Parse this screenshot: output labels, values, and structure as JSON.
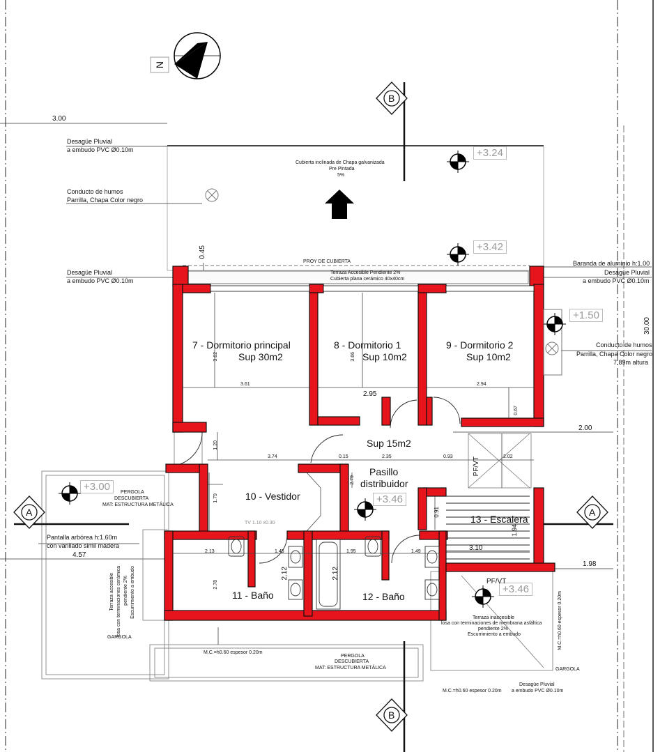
{
  "north": {
    "label": "N"
  },
  "section_marks": {
    "a": "A",
    "b": "B"
  },
  "levels": [
    "+3.24",
    "+3.42",
    "+1.50",
    "+3.00",
    "+3.46",
    "+3.46"
  ],
  "dimensions": {
    "setback_top": "3.00",
    "setback_left": "4.57",
    "right_upper": "2.00",
    "right_lower": "1.98",
    "total_depth": "30.00",
    "roof_overhang": "0.45",
    "d_361": "3.61",
    "d_362": "3.62",
    "d_366": "3.66",
    "d_295": "2.95",
    "d_294": "2.94",
    "d_067": "0.67",
    "d_120": "1.20",
    "d_374": "3.74",
    "d_015": "0.15",
    "d_235": "2.35",
    "d_093": "0.93",
    "d_202": "2.02",
    "d_279": "2.79",
    "d_179": "1.79",
    "d_091": "0.91",
    "d_194": "1.94",
    "d_310": "3.10",
    "d_213": "2.13",
    "d_145": "1.45",
    "d_212": "2.12",
    "d_195": "1.95",
    "d_278": "2.78",
    "d_212b": "2.12",
    "d_149": "1.49"
  },
  "rooms": {
    "r7_name": "7 - Dormitorio principal",
    "r7_area": "Sup 30m2",
    "r8_name": "8 - Dormitorio 1",
    "r8_area": "Sup 10m2",
    "r9_name": "9 - Dormitorio 2",
    "r9_area": "Sup 10m2",
    "hall_area": "Sup 15m2",
    "hall_name1": "Pasillo",
    "hall_name2": "distribuidor",
    "r10_name": "10 - Vestidor",
    "r11_name": "11 - Baño",
    "r12_name": "12 - Baño",
    "r13_name": "13 - Escalera"
  },
  "notes": {
    "desague1_a": "Desagüe Pluvial",
    "desague1_b": "a embudo PVC Ø0.10m",
    "humos1_a": "Conducto de humos",
    "humos1_b": "Parrilla, Chapa Color negro",
    "cubierta_a": "Cubierta inclinada de Chapa galvanizada",
    "cubierta_b": "Pre Pintada",
    "cubierta_c": "5%",
    "desague2_a": "Desagüe Pluvial",
    "desague2_b": "a embudo PVC Ø0.10m",
    "proy": "PROY DE CUBIERTA",
    "terraza_a": "Terraza Accesible  Pendiente 2%",
    "terraza_b": "Cubierta plana cerámico 40x40cm",
    "baranda": "Baranda de aluminio h:1.00",
    "desague3_a": "Desagüe Pluvial",
    "desague3_b": "a embudo PVC Ø0.10m",
    "humos2_a": "Conducto de humos",
    "humos2_b": "Parrilla, Chapa Color negro",
    "humos2_c": "7.89m altura",
    "pergola1_a": "PERGOLA",
    "pergola1_b": "DESCUBIERTA",
    "pergola1_c": "MAT: ESTRUCTURA METÁLICA",
    "pantalla_a": "Pantalla arbórea h:1.60m",
    "pantalla_b": "con varillado simil madera",
    "tv": "TV 1.10 x0.30",
    "terraza2_a": "Terraza accesible",
    "terraza2_b": "losa con terminaciones cerámica",
    "terraza2_c": "pendiente 2%",
    "terraza2_d": "Escurrimiento a embudo",
    "gargola1": "GARGOLA",
    "mc1": "M.C.=h0.60 espesor 0.20m",
    "pergola2_a": "PERGOLA",
    "pergola2_b": "DESCUBIERTA",
    "pergola2_c": "MAT: ESTRUCTURA METÁLICA",
    "pfvt1": "PF/VT",
    "pfvt2": "PF/VT",
    "terraza3_a": "Terraza inaccesible",
    "terraza3_b": "losa con terminaciones de membrana asfáltica",
    "terraza3_c": "pendiente 2%",
    "terraza3_d": "Escurrimiento a embudo",
    "mc2": "M.C.=h0.60 espesor 0.20m",
    "gargola2": "GARGOLA",
    "mc3": "M.C.=h0.60 espesor 0.20m",
    "desague4_a": "Desagüe Pluvial",
    "desague4_b": "a embudo PVC Ø0.10m"
  },
  "colors": {
    "walls": "#e8141c",
    "lines": "#111111",
    "level_text": "#9a9a9a"
  }
}
